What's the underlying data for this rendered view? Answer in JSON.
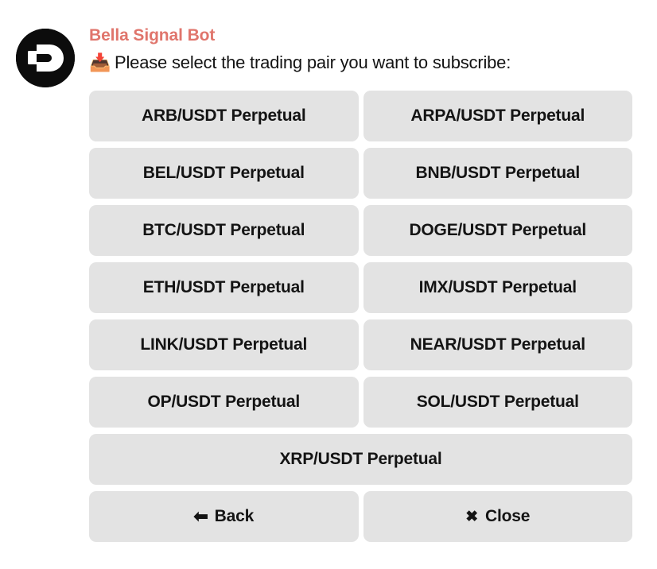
{
  "header": {
    "avatar_icon": "bot-logo-d-icon",
    "bot_name": "Bella Signal Bot",
    "prompt_emoji": "📥",
    "prompt_emoji_name": "inbox-tray-icon",
    "prompt_text": "Please select the trading pair you want to subscribe:"
  },
  "colors": {
    "background": "#ffffff",
    "bot_name": "#e0756c",
    "button_bg": "#e3e3e3",
    "button_text": "#141414",
    "avatar_bg": "#0c0c0c",
    "prompt_text": "#131313"
  },
  "keyboard": {
    "rows": [
      [
        {
          "name": "pair-arb-usdt",
          "label": "ARB/USDT Perpetual"
        },
        {
          "name": "pair-arpa-usdt",
          "label": "ARPA/USDT Perpetual"
        }
      ],
      [
        {
          "name": "pair-bel-usdt",
          "label": "BEL/USDT Perpetual"
        },
        {
          "name": "pair-bnb-usdt",
          "label": "BNB/USDT Perpetual"
        }
      ],
      [
        {
          "name": "pair-btc-usdt",
          "label": "BTC/USDT Perpetual"
        },
        {
          "name": "pair-doge-usdt",
          "label": "DOGE/USDT Perpetual"
        }
      ],
      [
        {
          "name": "pair-eth-usdt",
          "label": "ETH/USDT Perpetual"
        },
        {
          "name": "pair-imx-usdt",
          "label": "IMX/USDT Perpetual"
        }
      ],
      [
        {
          "name": "pair-link-usdt",
          "label": "LINK/USDT Perpetual"
        },
        {
          "name": "pair-near-usdt",
          "label": "NEAR/USDT Perpetual"
        }
      ],
      [
        {
          "name": "pair-op-usdt",
          "label": "OP/USDT Perpetual"
        },
        {
          "name": "pair-sol-usdt",
          "label": "SOL/USDT Perpetual"
        }
      ],
      [
        {
          "name": "pair-xrp-usdt",
          "label": "XRP/USDT Perpetual"
        }
      ],
      [
        {
          "name": "back-button",
          "label": "Back",
          "glyph": "⬅",
          "glyph_name": "left-arrow-icon"
        },
        {
          "name": "close-button",
          "label": "Close",
          "glyph": "✖",
          "glyph_name": "cross-mark-icon"
        }
      ]
    ]
  }
}
